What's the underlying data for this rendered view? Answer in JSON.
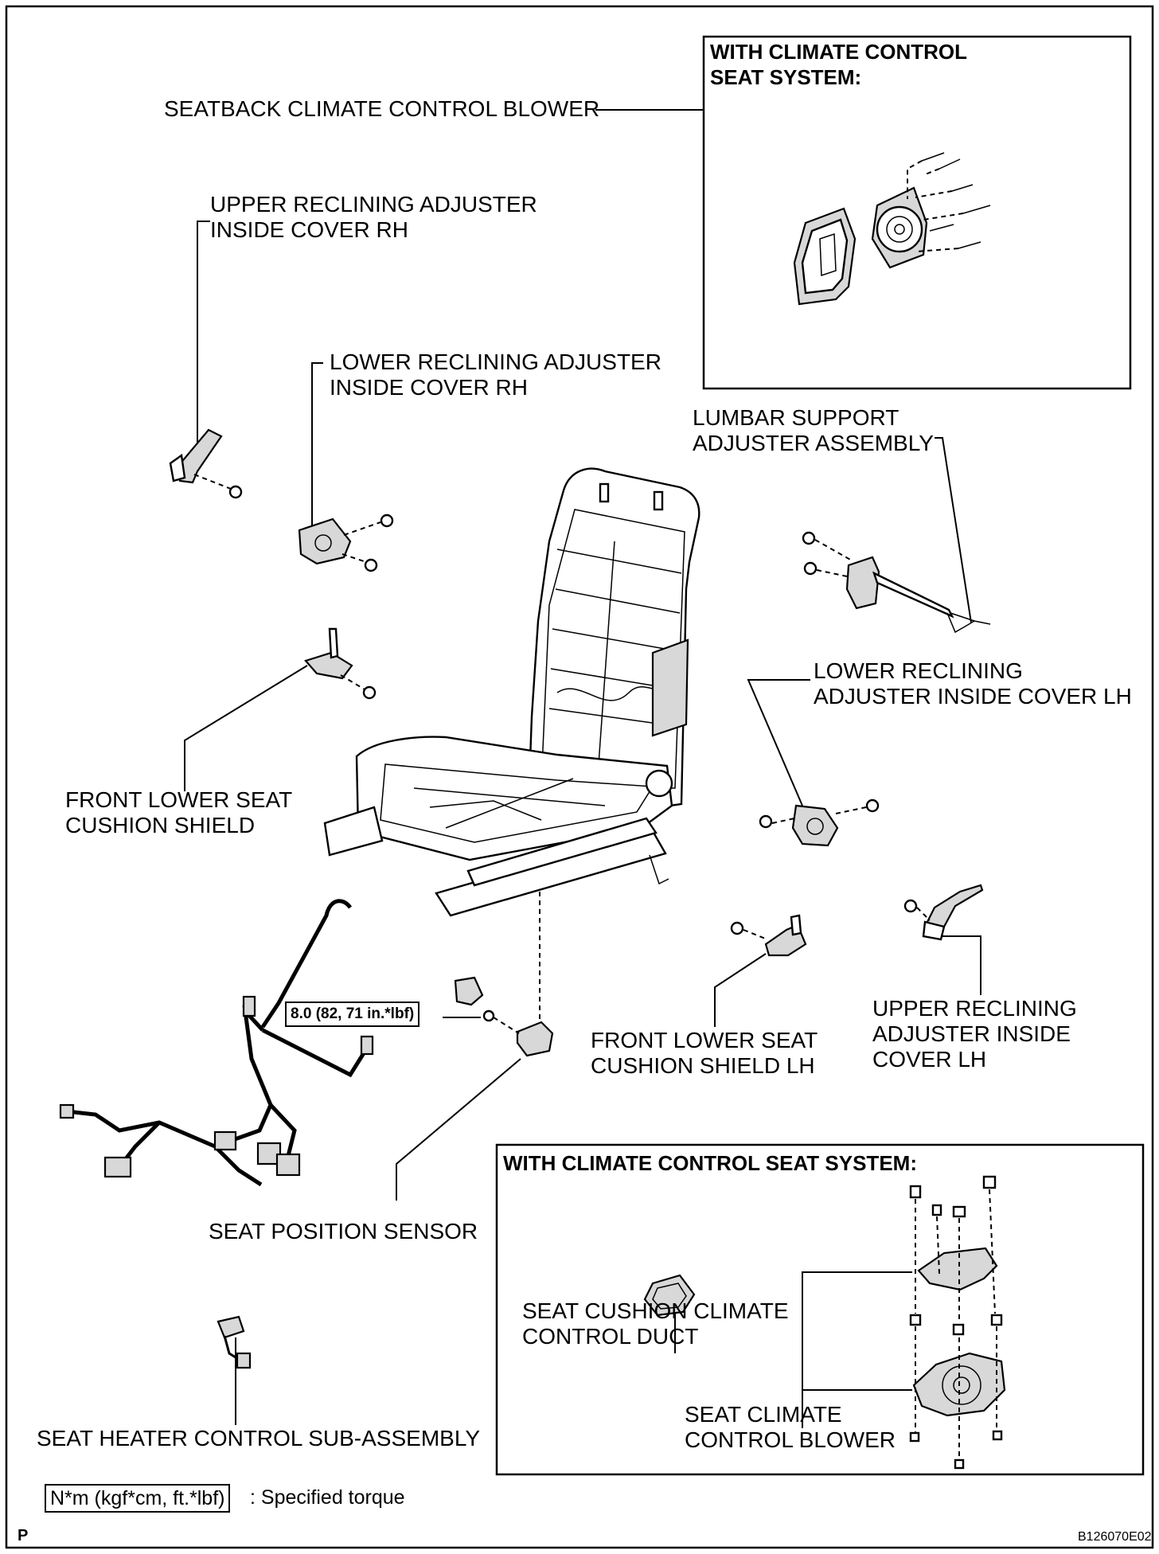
{
  "labels": {
    "seatback_blower": "SEATBACK CLIMATE CONTROL BLOWER",
    "upper_rh_1": "UPPER RECLINING ADJUSTER",
    "upper_rh_2": "INSIDE COVER RH",
    "lower_rh_1": "LOWER RECLINING ADJUSTER",
    "lower_rh_2": "INSIDE COVER RH",
    "lumbar_1": "LUMBAR SUPPORT",
    "lumbar_2": "ADJUSTER ASSEMBLY",
    "lower_lh_1": "LOWER RECLINING",
    "lower_lh_2": "ADJUSTER INSIDE COVER LH",
    "front_shield_1": "FRONT LOWER SEAT",
    "front_shield_2": "CUSHION SHIELD",
    "front_shield_lh_1": "FRONT LOWER SEAT",
    "front_shield_lh_2": "CUSHION SHIELD LH",
    "upper_lh_1": "UPPER RECLINING",
    "upper_lh_2": "ADJUSTER INSIDE",
    "upper_lh_3": "COVER LH",
    "seat_position_sensor": "SEAT POSITION SENSOR",
    "duct_1": "SEAT CUSHION CLIMATE",
    "duct_2": "CONTROL DUCT",
    "blower_1": "SEAT CLIMATE",
    "blower_2": "CONTROL BLOWER",
    "heater": "SEAT HEATER CONTROL SUB-ASSEMBLY"
  },
  "boxes": {
    "top_title_1": "WITH CLIMATE CONTROL",
    "top_title_2": "SEAT SYSTEM:",
    "bottom_title": "WITH CLIMATE CONTROL SEAT SYSTEM:"
  },
  "torque": {
    "value": "8.0 (82, 71 in.*lbf)"
  },
  "legend": {
    "unit": "N*m (kgf*cm, ft.*lbf)",
    "description": ": Specified torque"
  },
  "footer": {
    "corner_letter": "P",
    "figure_code": "B126070E02"
  }
}
